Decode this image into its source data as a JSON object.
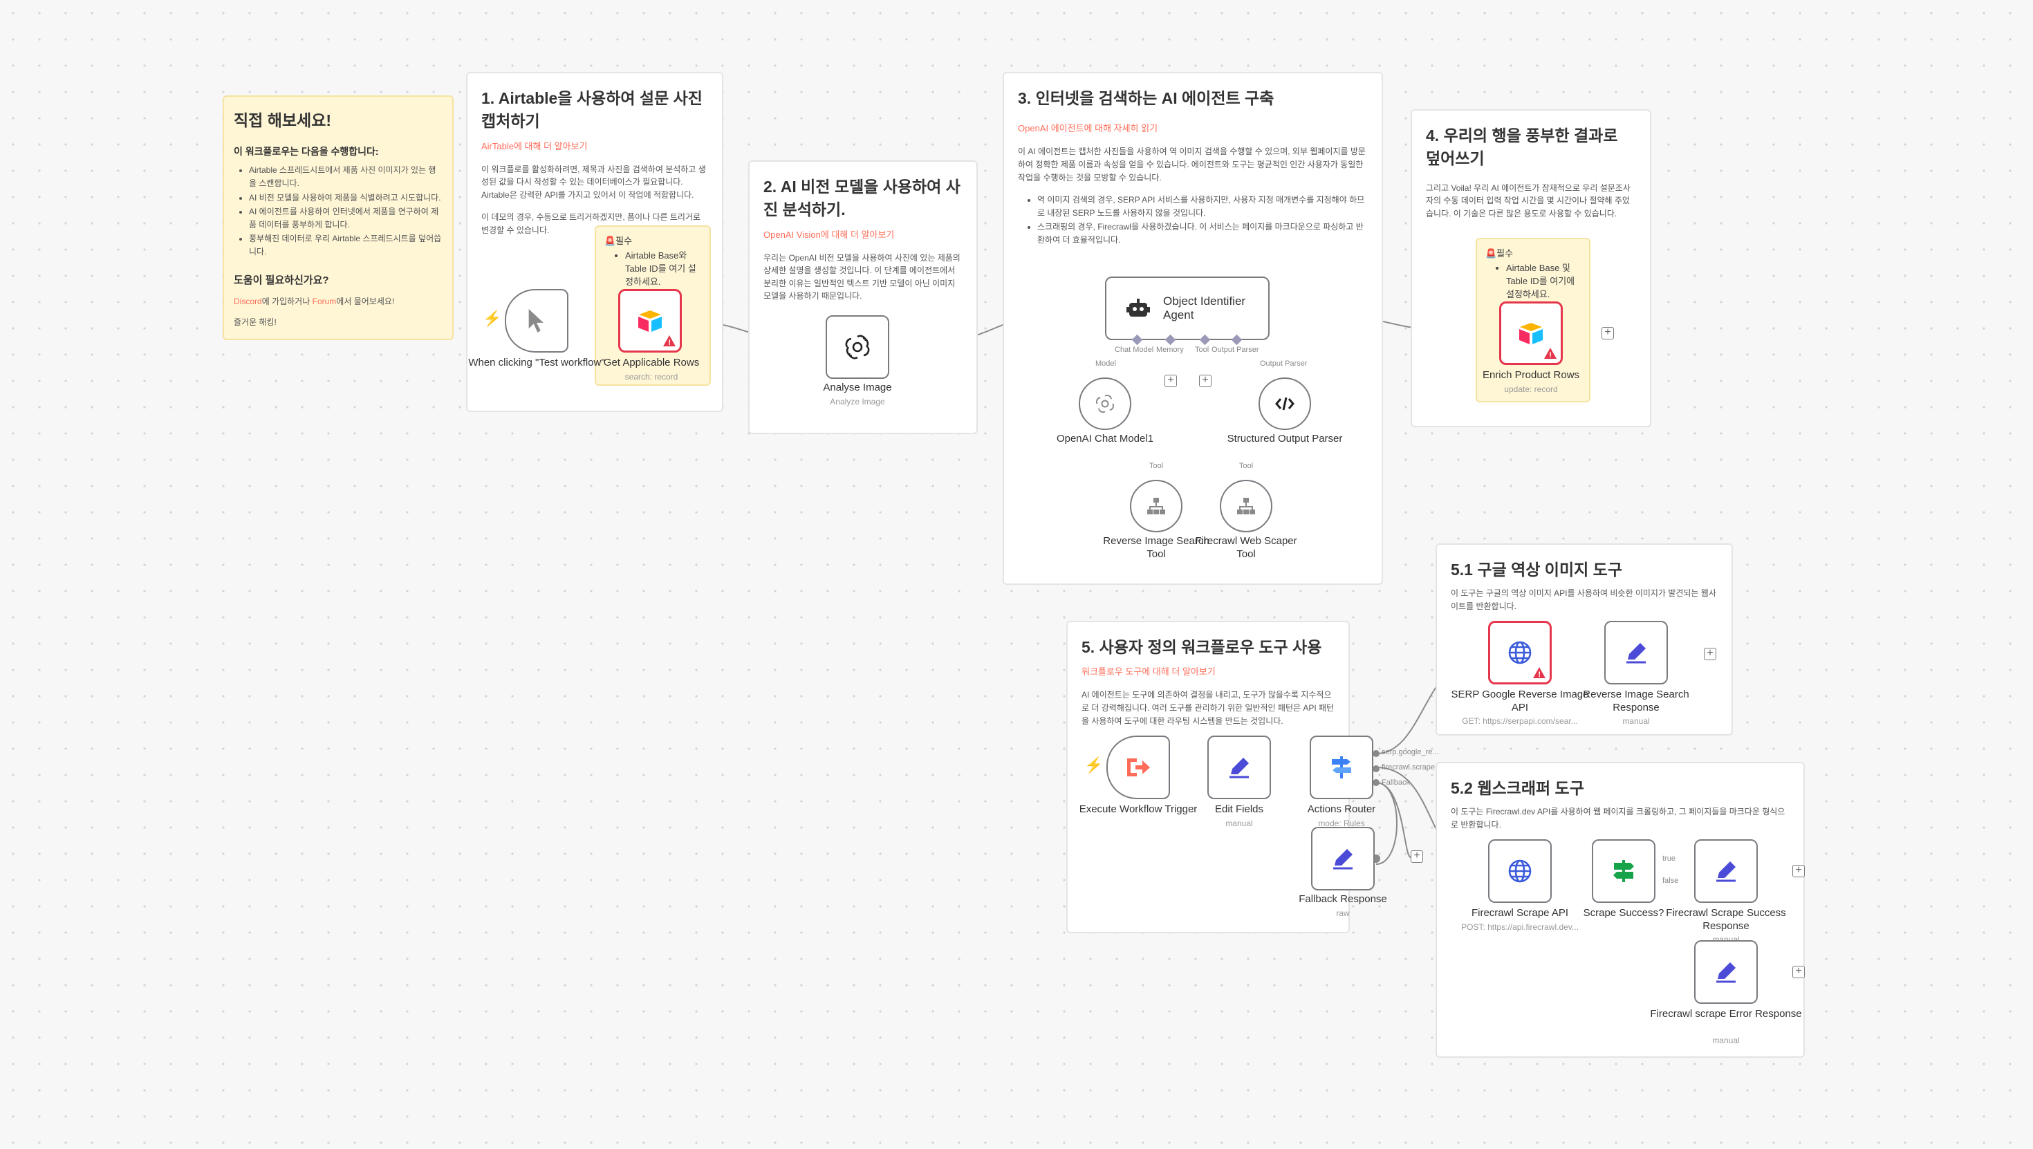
{
  "colors": {
    "accent": "#ff6d5a",
    "error": "#e5374b",
    "note_bg": "#fff6d6",
    "router_blue": "#3b82f6",
    "pen_blue": "#4b4bd8",
    "if_green": "#16a34a"
  },
  "intro": {
    "title": "직접 해보세요!",
    "subtitle": "이 워크플로우는 다음을 수행합니다:",
    "items": [
      "Airtable 스프레드시트에서 제품 사진 이미지가 있는 행을 스캔합니다.",
      "AI 비전 모델을 사용하여 제품을 식별하려고 시도합니다.",
      "AI 에이전트를 사용하여 인터넷에서 제품을 연구하여 제품 데이터를 풍부하게 합니다.",
      "풍부해진 데이터로 우리 Airtable 스프레드시트를 덮어씁니다."
    ],
    "help_title": "도움이 필요하신가요?",
    "help_pre": "Discord",
    "help_mid": "에 가입하거나 ",
    "help_link": "Forum",
    "help_post": "에서 물어보세요!",
    "bye": "즐거운 해킹!"
  },
  "s1": {
    "title": "1. Airtable을 사용하여 설문 사진 캡처하기",
    "link": "AirTable에 대해 더 알아보기",
    "p1": "이 워크플로를 활성화하려면, 제목과 사진을 검색하여 분석하고 생성된 값을 다시 작성할 수 있는 데이터베이스가 필요합니다. Airtable은 강력한 API를 가지고 있어서 이 작업에 적합합니다.",
    "p2": "이 데모의 경우, 수동으로 트리거하겠지만, 폼이나 다른 트리거로 변경할 수 있습니다."
  },
  "s2": {
    "title": "2. AI 비전 모델을 사용하여 사진 분석하기.",
    "link": "OpenAI Vision에 대해 더 알아보기",
    "p1": "우리는 OpenAI 비전 모델을 사용하여 사진에 있는 제품의 상세한 설명을 생성할 것입니다. 이 단계를 에이전트에서 분리한 이유는 일반적인 텍스트 기반 모델이 아닌 이미지 모델을 사용하기 때문입니다."
  },
  "s3": {
    "title": "3. 인터넷을 검색하는 AI 에이전트 구축",
    "link": "OpenAI 에이전트에 대해 자세히 읽기",
    "p1": "이 AI 에이전트는 캡처한 사진들을 사용하여 역 이미지 검색을 수행할 수 있으며, 외부 웹페이지를 방문하여 정확한 제품 이름과 속성을 얻을 수 있습니다. 에이전트와 도구는 평균적인 인간 사용자가 동일한 작업을 수행하는 것을 모방할 수 있습니다.",
    "items": [
      "역 이미지 검색의 경우, SERP API 서비스를 사용하지만, 사용자 지정 매개변수를 지정해야 하므로 내장된 SERP 노드를 사용하지 않을 것입니다.",
      "스크래핑의 경우, Firecrawl을 사용하겠습니다. 이 서비스는 페이지를 마크다운으로 파싱하고 반환하여 더 효율적입니다."
    ]
  },
  "s4": {
    "title": "4. 우리의 행을 풍부한 결과로 덮어쓰기",
    "p1": "그리고 Voila! 우리 AI 에이전트가 잠재적으로 우리 설문조사자의 수동 데이터 입력 작업 시간을 몇 시간이나 절약해 주었습니다. 이 기술은 다른 많은 용도로 사용할 수 있습니다."
  },
  "s5": {
    "title": "5. 사용자 정의 워크플로우 도구 사용",
    "link": "워크플로우 도구에 대해 더 알아보기",
    "p1": "AI 에이전트는 도구에 의존하여 결정을 내리고, 도구가 많을수록 지수적으로 더 강력해집니다. 여러 도구를 관리하기 위한 일반적인 패턴은 API 패턴을 사용하여 도구에 대한 라우팅 시스템을 만드는 것입니다."
  },
  "s51": {
    "title": "5.1 구글 역상 이미지 도구",
    "p1": "이 도구는 구글의 역상 이미지 API를 사용하여 비슷한 이미지가 발견되는 웹사이트를 반환합니다."
  },
  "s52": {
    "title": "5.2 웹스크래퍼 도구",
    "p1": "이 도구는 Firecrawl.dev API를 사용하여 웹 페이지를 크롤링하고, 그 페이지들을 마크다운 형식으로 반환합니다."
  },
  "warn1": {
    "title": "🚨필수",
    "text": "Airtable Base와 Table ID를 여기 설정하세요."
  },
  "warn2": {
    "title": "🚨필수",
    "text": "Airtable Base 및 Table ID를 여기에 설정하세요."
  },
  "nodes": {
    "trigger": {
      "label": "When clicking \"Test workflow\""
    },
    "get_rows": {
      "label": "Get Applicable Rows",
      "sub": "search: record"
    },
    "analyse": {
      "label": "Analyse Image",
      "sub": "Analyze Image"
    },
    "agent": {
      "label": "Object Identifier Agent"
    },
    "chat_model": {
      "label": "OpenAI Chat Model1"
    },
    "parser": {
      "label": "Structured Output Parser"
    },
    "reverse": {
      "label": "Reverse Image Search Tool"
    },
    "firecrawl_tool": {
      "label": "Firecrawl Web Scaper Tool"
    },
    "enrich": {
      "label": "Enrich Product Rows",
      "sub": "update: record"
    },
    "exec": {
      "label": "Execute Workflow Trigger"
    },
    "edit": {
      "label": "Edit Fields",
      "sub": "manual"
    },
    "router": {
      "label": "Actions Router",
      "sub": "mode: Rules"
    },
    "fallback": {
      "label": "Fallback Response",
      "sub": "raw"
    },
    "serp": {
      "label": "SERP Google Reverse Image API",
      "sub": "GET: https://serpapi.com/sear..."
    },
    "reverse_resp": {
      "label": "Reverse Image Search Response",
      "sub": "manual"
    },
    "fc_api": {
      "label": "Firecrawl Scrape API",
      "sub": "POST: https://api.firecrawl.dev..."
    },
    "scrape_ok": {
      "label": "Scrape Success?"
    },
    "fc_success": {
      "label": "Firecrawl Scrape Success Response",
      "sub": "manual"
    },
    "fc_error": {
      "label": "Firecrawl scrape Error Response",
      "sub": "manual"
    }
  },
  "ports": {
    "chat_model": "Chat Model",
    "memory": "Memory",
    "tool": "Tool",
    "output_parser": "Output Parser",
    "model": "Model",
    "tool_a": "Tool",
    "tool_b": "Tool",
    "output_parser_b": "Output Parser",
    "serp": "serp.google_re...",
    "firecrawl": "firecrawl.scrape",
    "fallback": "Fallback",
    "true_": "true",
    "false_": "false"
  }
}
